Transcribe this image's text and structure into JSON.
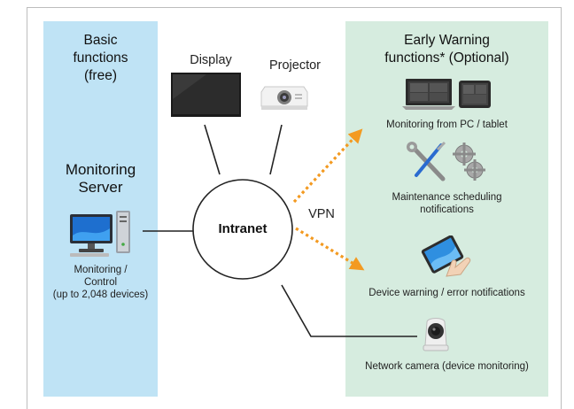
{
  "left_panel": {
    "title_lines": [
      "Basic",
      "functions",
      "(free)"
    ],
    "server_title_lines": [
      "Monitoring",
      "Server"
    ],
    "server_caption_lines": [
      "Monitoring /",
      "Control",
      "(up to 2,048 devices)"
    ]
  },
  "right_panel": {
    "title_lines": [
      "Early Warning",
      "functions* (Optional)"
    ],
    "pc_tablet_caption": "Monitoring from PC / tablet",
    "maintenance_caption_lines": [
      "Maintenance scheduling",
      "notifications"
    ],
    "warning_caption": "Device warning / error notifications",
    "camera_caption": "Network camera (device monitoring)"
  },
  "center": {
    "display_label": "Display",
    "projector_label": "Projector",
    "hub_label": "Intranet",
    "vpn_label": "VPN"
  },
  "colors": {
    "left_panel_bg": "#bfe3f5",
    "right_panel_bg": "#d6ecdf",
    "arrow": "#f39a21",
    "line": "#222222"
  },
  "icons": {
    "server": "desktop-pc-icon",
    "display": "flat-panel-display-icon",
    "projector": "projector-icon",
    "pc_tablet": "laptop-tablet-icon",
    "maintenance": "tools-gears-icon",
    "warning": "tablet-touch-icon",
    "camera": "ptz-camera-icon"
  }
}
